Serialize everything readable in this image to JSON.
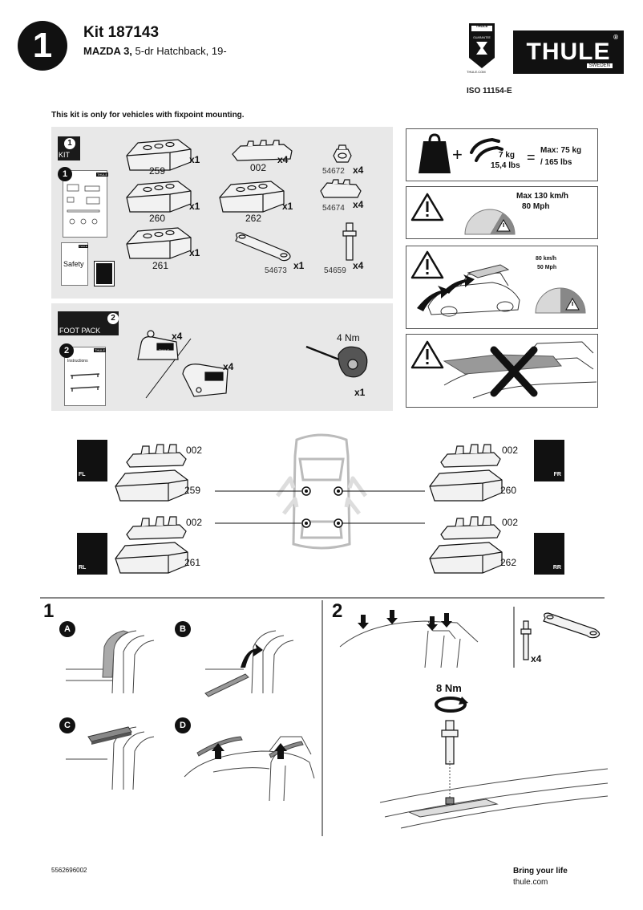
{
  "header": {
    "step": "1",
    "kit_title": "Kit 187143",
    "vehicle_make": "MAZDA 3,",
    "vehicle_rest": " 5-dr Hatchback, 19-",
    "iso": "ISO 11154-E",
    "logo": "THULE",
    "logo_sub": "SWEDEN",
    "logo_reg": "®",
    "guarantee_top": "THULE",
    "guarantee_mid": "GUARANTEE",
    "guarantee_url": "THULE.COM"
  },
  "fixpoint_note": "This kit is only for vehicles with fixpoint mounting.",
  "kit_panel": {
    "badge_number": "1",
    "badge_label": "KIT",
    "booklet_number": "1",
    "booklet_logo": "THULE",
    "safety_label": "Safety",
    "parts": [
      {
        "code": "259",
        "qty": "x1"
      },
      {
        "code": "260",
        "qty": "x1"
      },
      {
        "code": "261",
        "qty": "x1"
      },
      {
        "code": "002",
        "qty": "x4"
      },
      {
        "code": "262",
        "qty": "x1"
      },
      {
        "code": "54673",
        "qty": "x1"
      },
      {
        "code": "54672",
        "qty": "x4"
      },
      {
        "code": "54674",
        "qty": "x4"
      },
      {
        "code": "54659",
        "qty": "x4"
      }
    ]
  },
  "foot_panel": {
    "badge_number": "2",
    "badge_label": "FOOT PACK",
    "booklet_number": "2",
    "booklet_logo": "THULE",
    "booklet_title": "Instructions",
    "foot_qty_1": "x4",
    "foot_qty_2": "x4",
    "tool_torque": "4 Nm",
    "tool_qty": "x1",
    "foot_logo": "THULE"
  },
  "warnings": {
    "bar_weight": "7 kg",
    "bar_weight_lbs": "15,4 lbs",
    "plus": "+",
    "equals": "=",
    "max_load": "Max: 75 kg",
    "max_load_lbs": "/ 165 lbs",
    "max_speed": "Max  130 km/h",
    "max_speed_mph": "80 Mph",
    "car_speed_kmh": "80 km/h",
    "car_speed_mph": "50 Mph"
  },
  "layout": {
    "positions": [
      {
        "corner": "FL",
        "foot": "259",
        "pad": "002"
      },
      {
        "corner": "FR",
        "foot": "260",
        "pad": "002"
      },
      {
        "corner": "RL",
        "foot": "261",
        "pad": "002"
      },
      {
        "corner": "RR",
        "foot": "262",
        "pad": "002"
      }
    ]
  },
  "steps": {
    "step1_number": "1",
    "step2_number": "2",
    "substeps": [
      "A",
      "B",
      "C",
      "D"
    ],
    "step2_qty": "x4",
    "step2_torque": "8 Nm"
  },
  "footer": {
    "doc_number": "5562696002",
    "tagline": "Bring your life",
    "website": "thule.com"
  },
  "colors": {
    "ink": "#111111",
    "panel_grey": "#e8e8e8",
    "speed_dial": "#999999"
  }
}
